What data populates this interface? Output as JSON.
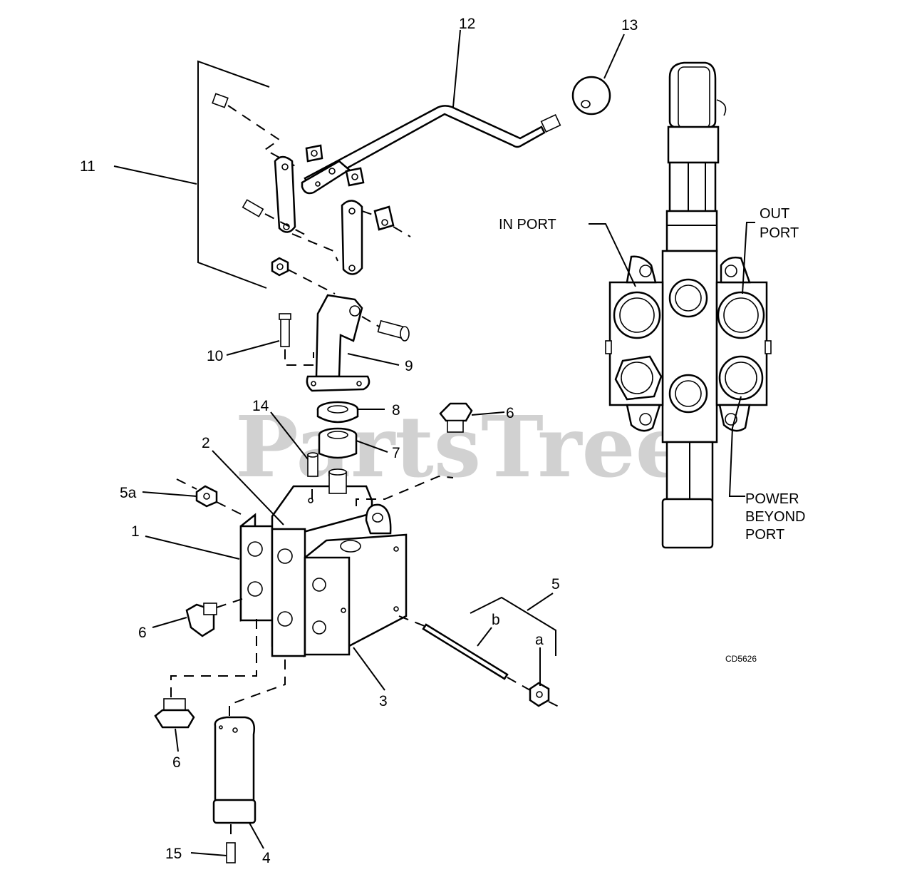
{
  "diagram": {
    "callouts": {
      "c1": "1",
      "c2": "2",
      "c3": "3",
      "c4": "4",
      "c5": "5",
      "c5a": "5a",
      "c6a": "6",
      "c6b": "6",
      "c6c": "6",
      "c7": "7",
      "c8": "8",
      "c9": "9",
      "c10": "10",
      "c11": "11",
      "c12": "12",
      "c13": "13",
      "c14": "14",
      "c15": "15",
      "ca": "a",
      "cb": "b"
    },
    "port_labels": {
      "in_port": "IN PORT",
      "out_port_1": "OUT",
      "out_port_2": "PORT",
      "power_1": "POWER",
      "power_2": "BEYOND",
      "power_3": "PORT"
    },
    "drawing_code": "CD5626",
    "watermark": "PartsTree"
  }
}
